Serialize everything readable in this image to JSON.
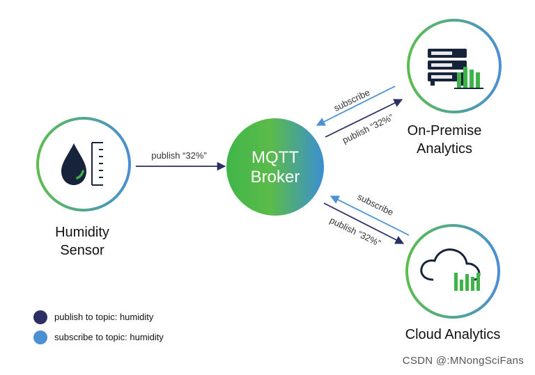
{
  "colors": {
    "ring_start": "#5cbd4e",
    "ring_end": "#4a8fd3",
    "publish": "#2c2f63",
    "subscribe": "#4a90d2",
    "icon_dark": "#17233a",
    "icon_green": "#3db34a"
  },
  "nodes": {
    "sensor": {
      "label_line1": "Humidity",
      "label_line2": "Sensor",
      "icon": "water-drop-gauge-icon"
    },
    "broker": {
      "label_line1": "MQTT",
      "label_line2": "Broker"
    },
    "on_premise": {
      "label_line1": "On-Premise",
      "label_line2": "Analytics",
      "icon": "server-chart-icon"
    },
    "cloud": {
      "label": "Cloud Analytics",
      "icon": "cloud-chart-icon"
    }
  },
  "edges": {
    "sensor_to_broker": "publish “32%”",
    "onprem_subscribe": "subscribe",
    "broker_to_onprem": "publish “32%”",
    "cloud_subscribe": "subscribe",
    "broker_to_cloud": "publish “32%”"
  },
  "legend": {
    "publish": "publish to topic: humidity",
    "subscribe": "subscribe to topic: humidity"
  },
  "watermark": "CSDN @:MNongSciFans"
}
